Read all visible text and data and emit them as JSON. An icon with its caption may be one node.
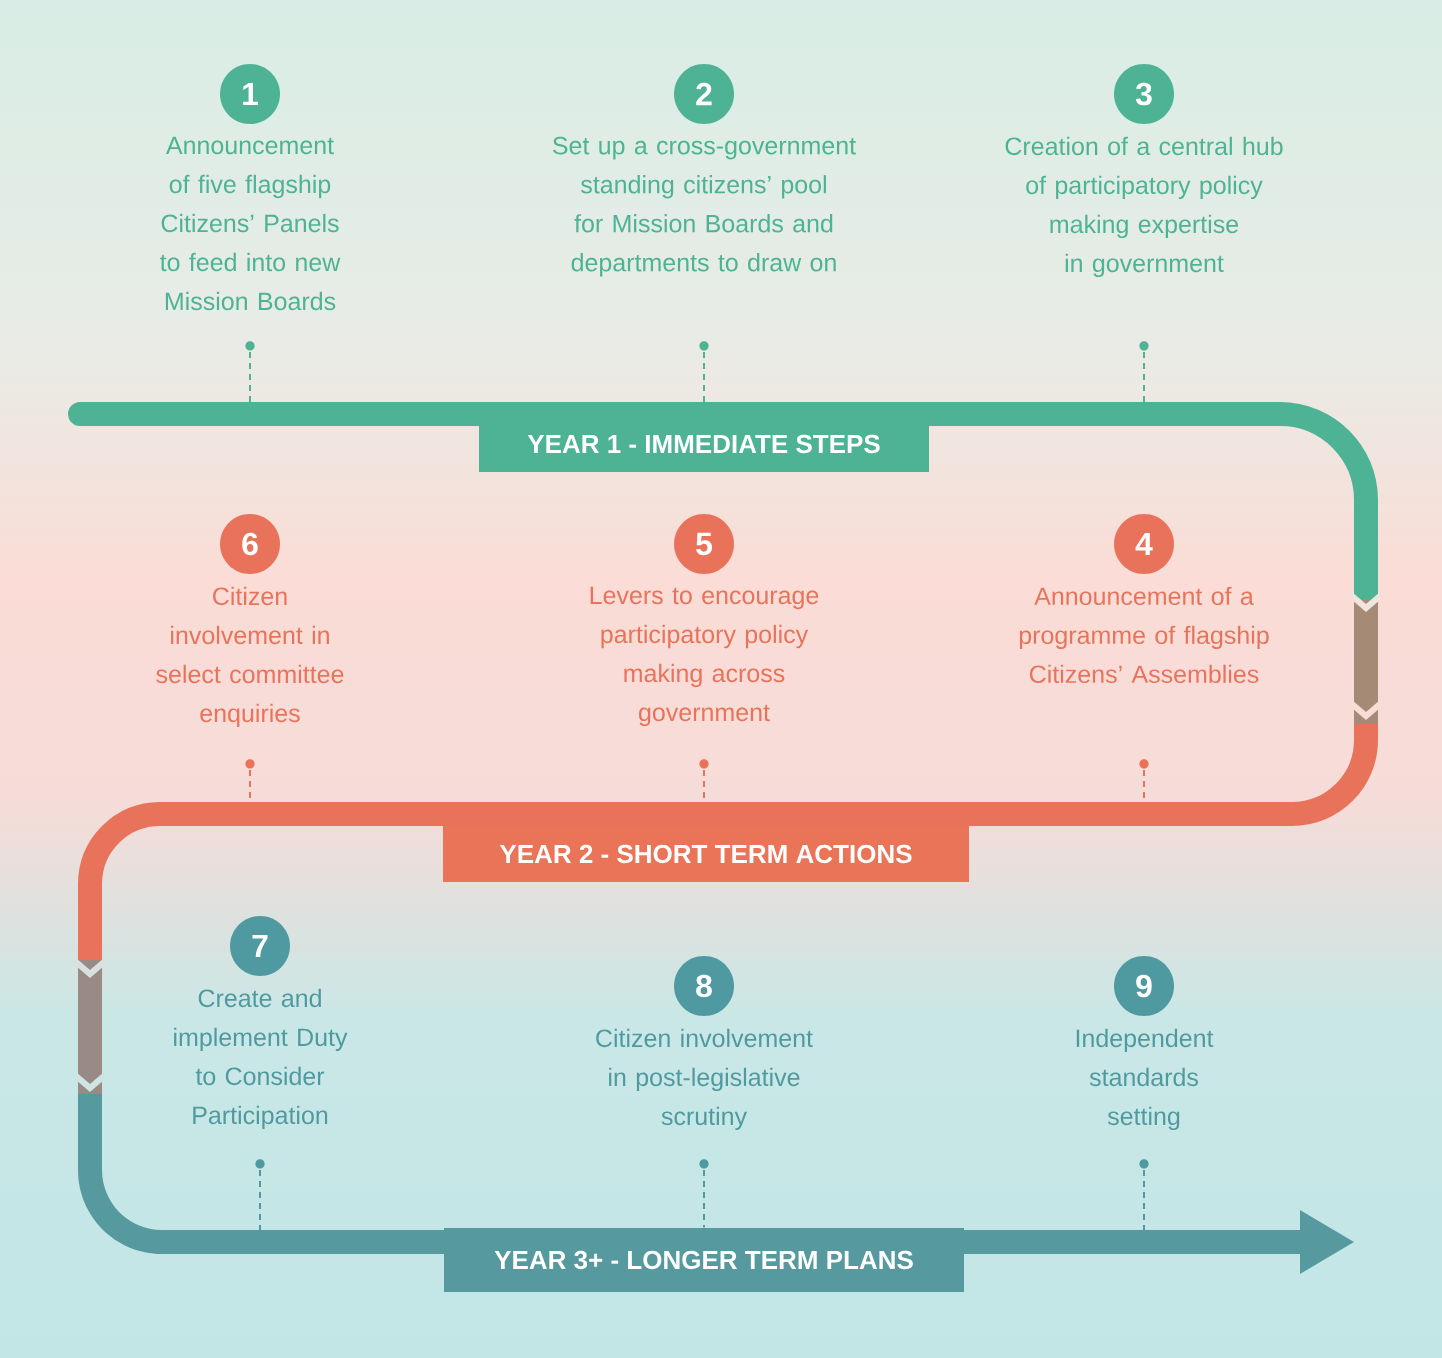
{
  "diagram": {
    "nodes": [
      {
        "text": [
          "1",
          "Announcement of five flagship Citizens’ Panels to feed into new Mission Boards"
        ]
      },
      {
        "text": [
          "2",
          "Set up a cross-government standing citizens’ pool for Mission Boards and departments to draw on"
        ]
      },
      {
        "text": [
          "3",
          "Creation of a central hub of participatory policy making expertise in government"
        ]
      },
      {
        "text": [
          "YEAR 1 - IMMEDIATE STEPS"
        ]
      },
      {
        "text": [
          "6",
          "Citizen involvement in select committee enquiries"
        ]
      },
      {
        "text": [
          "5",
          "Levers to encourage participatory policy making across government"
        ]
      },
      {
        "text": [
          "4",
          "Announcement of a programme of flagship Citizens’ Assemblies"
        ]
      },
      {
        "text": [
          "YEAR 2 - SHORT TERM ACTIONS"
        ]
      },
      {
        "text": [
          "7",
          "Create and implement Duty to Consider Participation"
        ]
      },
      {
        "text": [
          "8",
          "Citizen involvement in post-legislative scrutiny"
        ]
      },
      {
        "text": [
          "9",
          "Independent standards setting"
        ]
      },
      {
        "text": [
          "YEAR 3+ - LONGER TERM PLANS"
        ]
      }
    ],
    "edges": [
      {
        "from": 0,
        "to": null,
        "arrow": "none",
        "style": "dashed",
        "color": "#4db394"
      },
      {
        "from": 1,
        "to": 3,
        "arrow": "none",
        "style": "dashed",
        "color": "#4db394"
      },
      {
        "from": 2,
        "to": null,
        "arrow": "none",
        "style": "dashed",
        "color": "#4db394"
      },
      {
        "from": 4,
        "to": null,
        "arrow": "none",
        "style": "dashed",
        "color": "#e8735a"
      },
      {
        "from": 5,
        "to": 7,
        "arrow": "none",
        "style": "dashed",
        "color": "#e8735a"
      },
      {
        "from": 6,
        "to": null,
        "arrow": "none",
        "style": "dashed",
        "color": "#e8735a"
      },
      {
        "from": 8,
        "to": null,
        "arrow": "none",
        "style": "dashed",
        "color": "#4f9aa0"
      },
      {
        "from": 9,
        "to": 11,
        "arrow": "none",
        "style": "dashed",
        "color": "#4f9aa0"
      },
      {
        "from": 10,
        "to": null,
        "arrow": "none",
        "style": "dashed",
        "color": "#4f9aa0"
      }
    ]
  }
}
